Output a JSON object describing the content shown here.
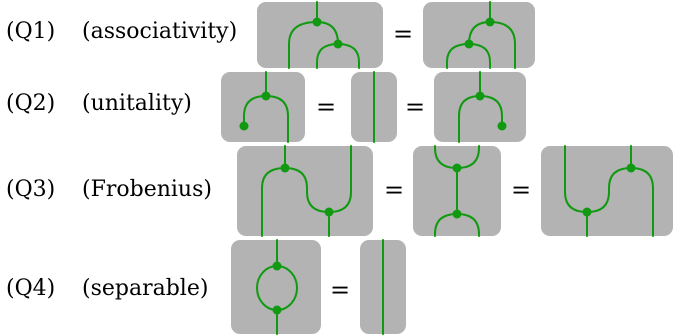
{
  "equation_sign": "=",
  "rows": [
    {
      "id": "Q1",
      "tag": "(Q1)",
      "name": "(associativity)"
    },
    {
      "id": "Q2",
      "tag": "(Q2)",
      "name": "(unitality)"
    },
    {
      "id": "Q3",
      "tag": "(Q3)",
      "name": "(Frobenius)"
    },
    {
      "id": "Q4",
      "tag": "(Q4)",
      "name": "(separable)"
    }
  ],
  "colors": {
    "wire": "#119a11",
    "box": "#b3b3b3"
  }
}
